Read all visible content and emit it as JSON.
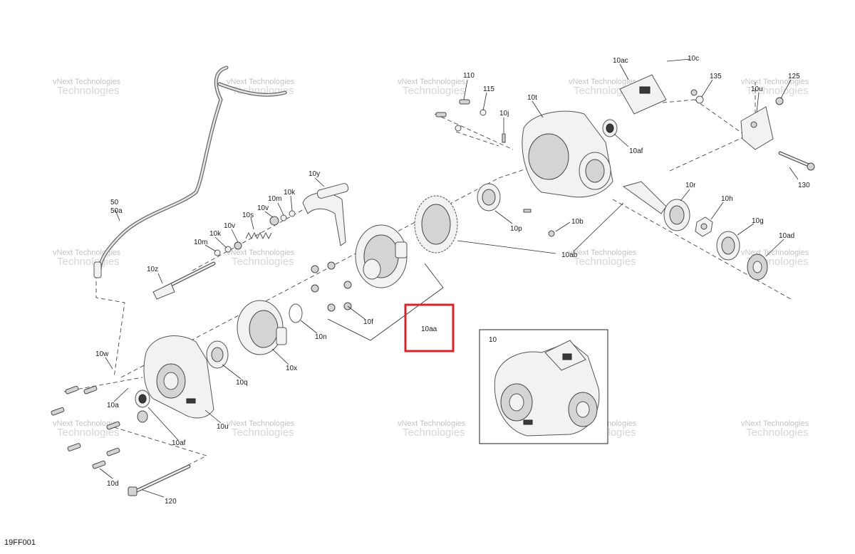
{
  "diagram": {
    "code": "19FF001",
    "watermark_line1": "vNext Technologies",
    "watermark_line2": "Technologies",
    "inset_label": "10",
    "highlighted_callout": "10aa",
    "highlight_color": "#d9232a",
    "callouts": {
      "c50": "50",
      "c50a": "50a",
      "c10y": "10y",
      "c10m_a": "10m",
      "c10k_a": "10k",
      "c10v_a": "10v",
      "c10s": "10s",
      "c10v_b": "10v",
      "c10k_b": "10k",
      "c10m_b": "10m",
      "c10z": "10z",
      "c10w": "10w",
      "c10a": "10a",
      "c10af_a": "10af",
      "c10u": "10u",
      "c10d": "10d",
      "c120": "120",
      "c10q": "10q",
      "c10x": "10x",
      "c10n": "10n",
      "c10f": "10f",
      "c10aa": "10aa",
      "c110": "110",
      "c115": "115",
      "c10j": "10j",
      "c10t": "10t",
      "c10ac": "10ac",
      "c10c": "10c",
      "c135": "135",
      "c10u_b": "10u",
      "c125": "125",
      "c10af_b": "10af",
      "c130": "130",
      "c10r": "10r",
      "c10h": "10h",
      "c10g": "10g",
      "c10ad": "10ad",
      "c10p": "10p",
      "c10b": "10b",
      "c10ab": "10ab"
    }
  }
}
